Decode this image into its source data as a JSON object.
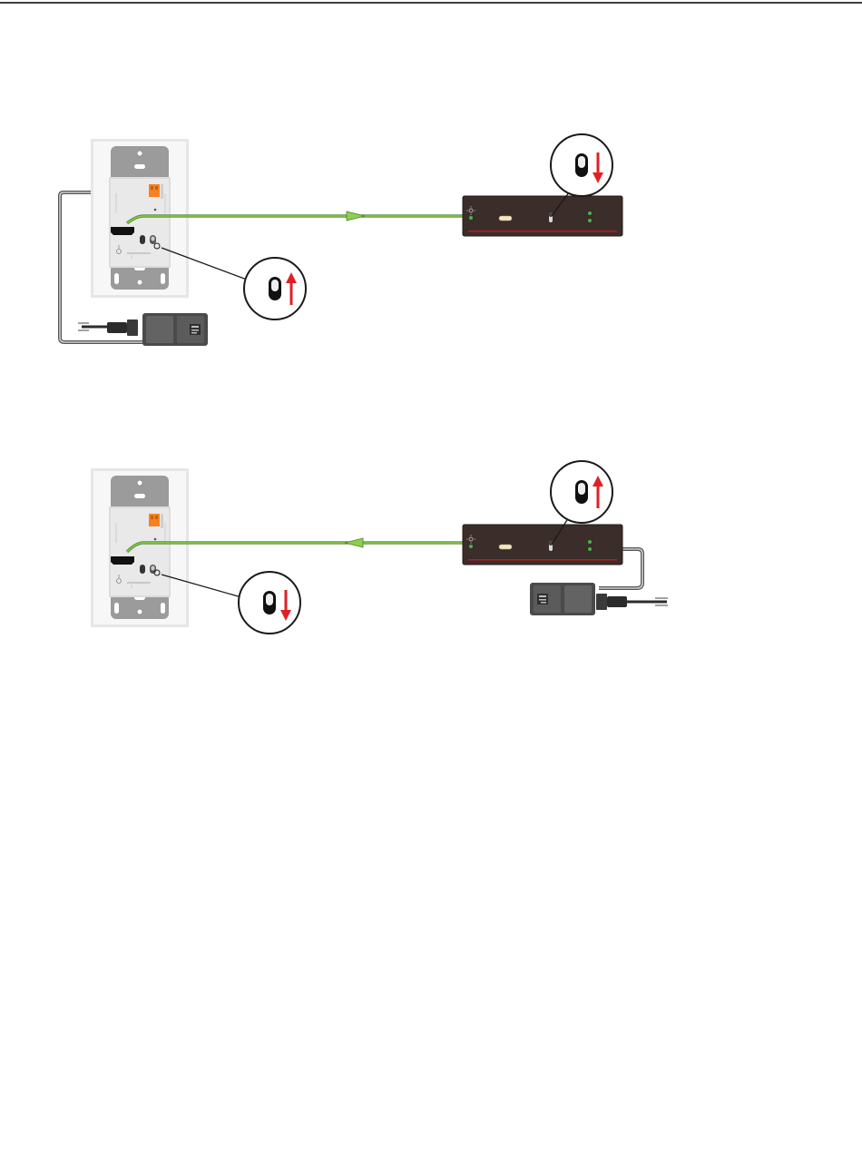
{
  "colors": {
    "page_background": "#ffffff",
    "rule_line": "#000000",
    "cable_green": "#7dc242",
    "cable_gray": "#555555",
    "wallplate": "#eaeaea",
    "plate_body": "#9a9a9a",
    "terminal_orange": "#f58220",
    "receiver_body": "#3a2d2a",
    "receiver_stripe": "#c0181e",
    "led_green": "#49b14c",
    "arrow_red": "#e02026",
    "power_supply": "#5a5a5a"
  },
  "diagrams": [
    {
      "id": "top",
      "signal_direction": "wallplate-to-receiver",
      "power_location": "wallplate",
      "wallplate_switch": "up",
      "receiver_switch": "down",
      "icons": [
        "wallplate-icon",
        "receiver-icon",
        "power-supply-icon",
        "toggle-switch-icon",
        "arrow-up-icon",
        "arrow-down-icon"
      ]
    },
    {
      "id": "bottom",
      "signal_direction": "receiver-to-wallplate",
      "power_location": "receiver",
      "wallplate_switch": "down",
      "receiver_switch": "up",
      "icons": [
        "wallplate-icon",
        "receiver-icon",
        "power-supply-icon",
        "toggle-switch-icon",
        "arrow-up-icon",
        "arrow-down-icon"
      ]
    }
  ]
}
